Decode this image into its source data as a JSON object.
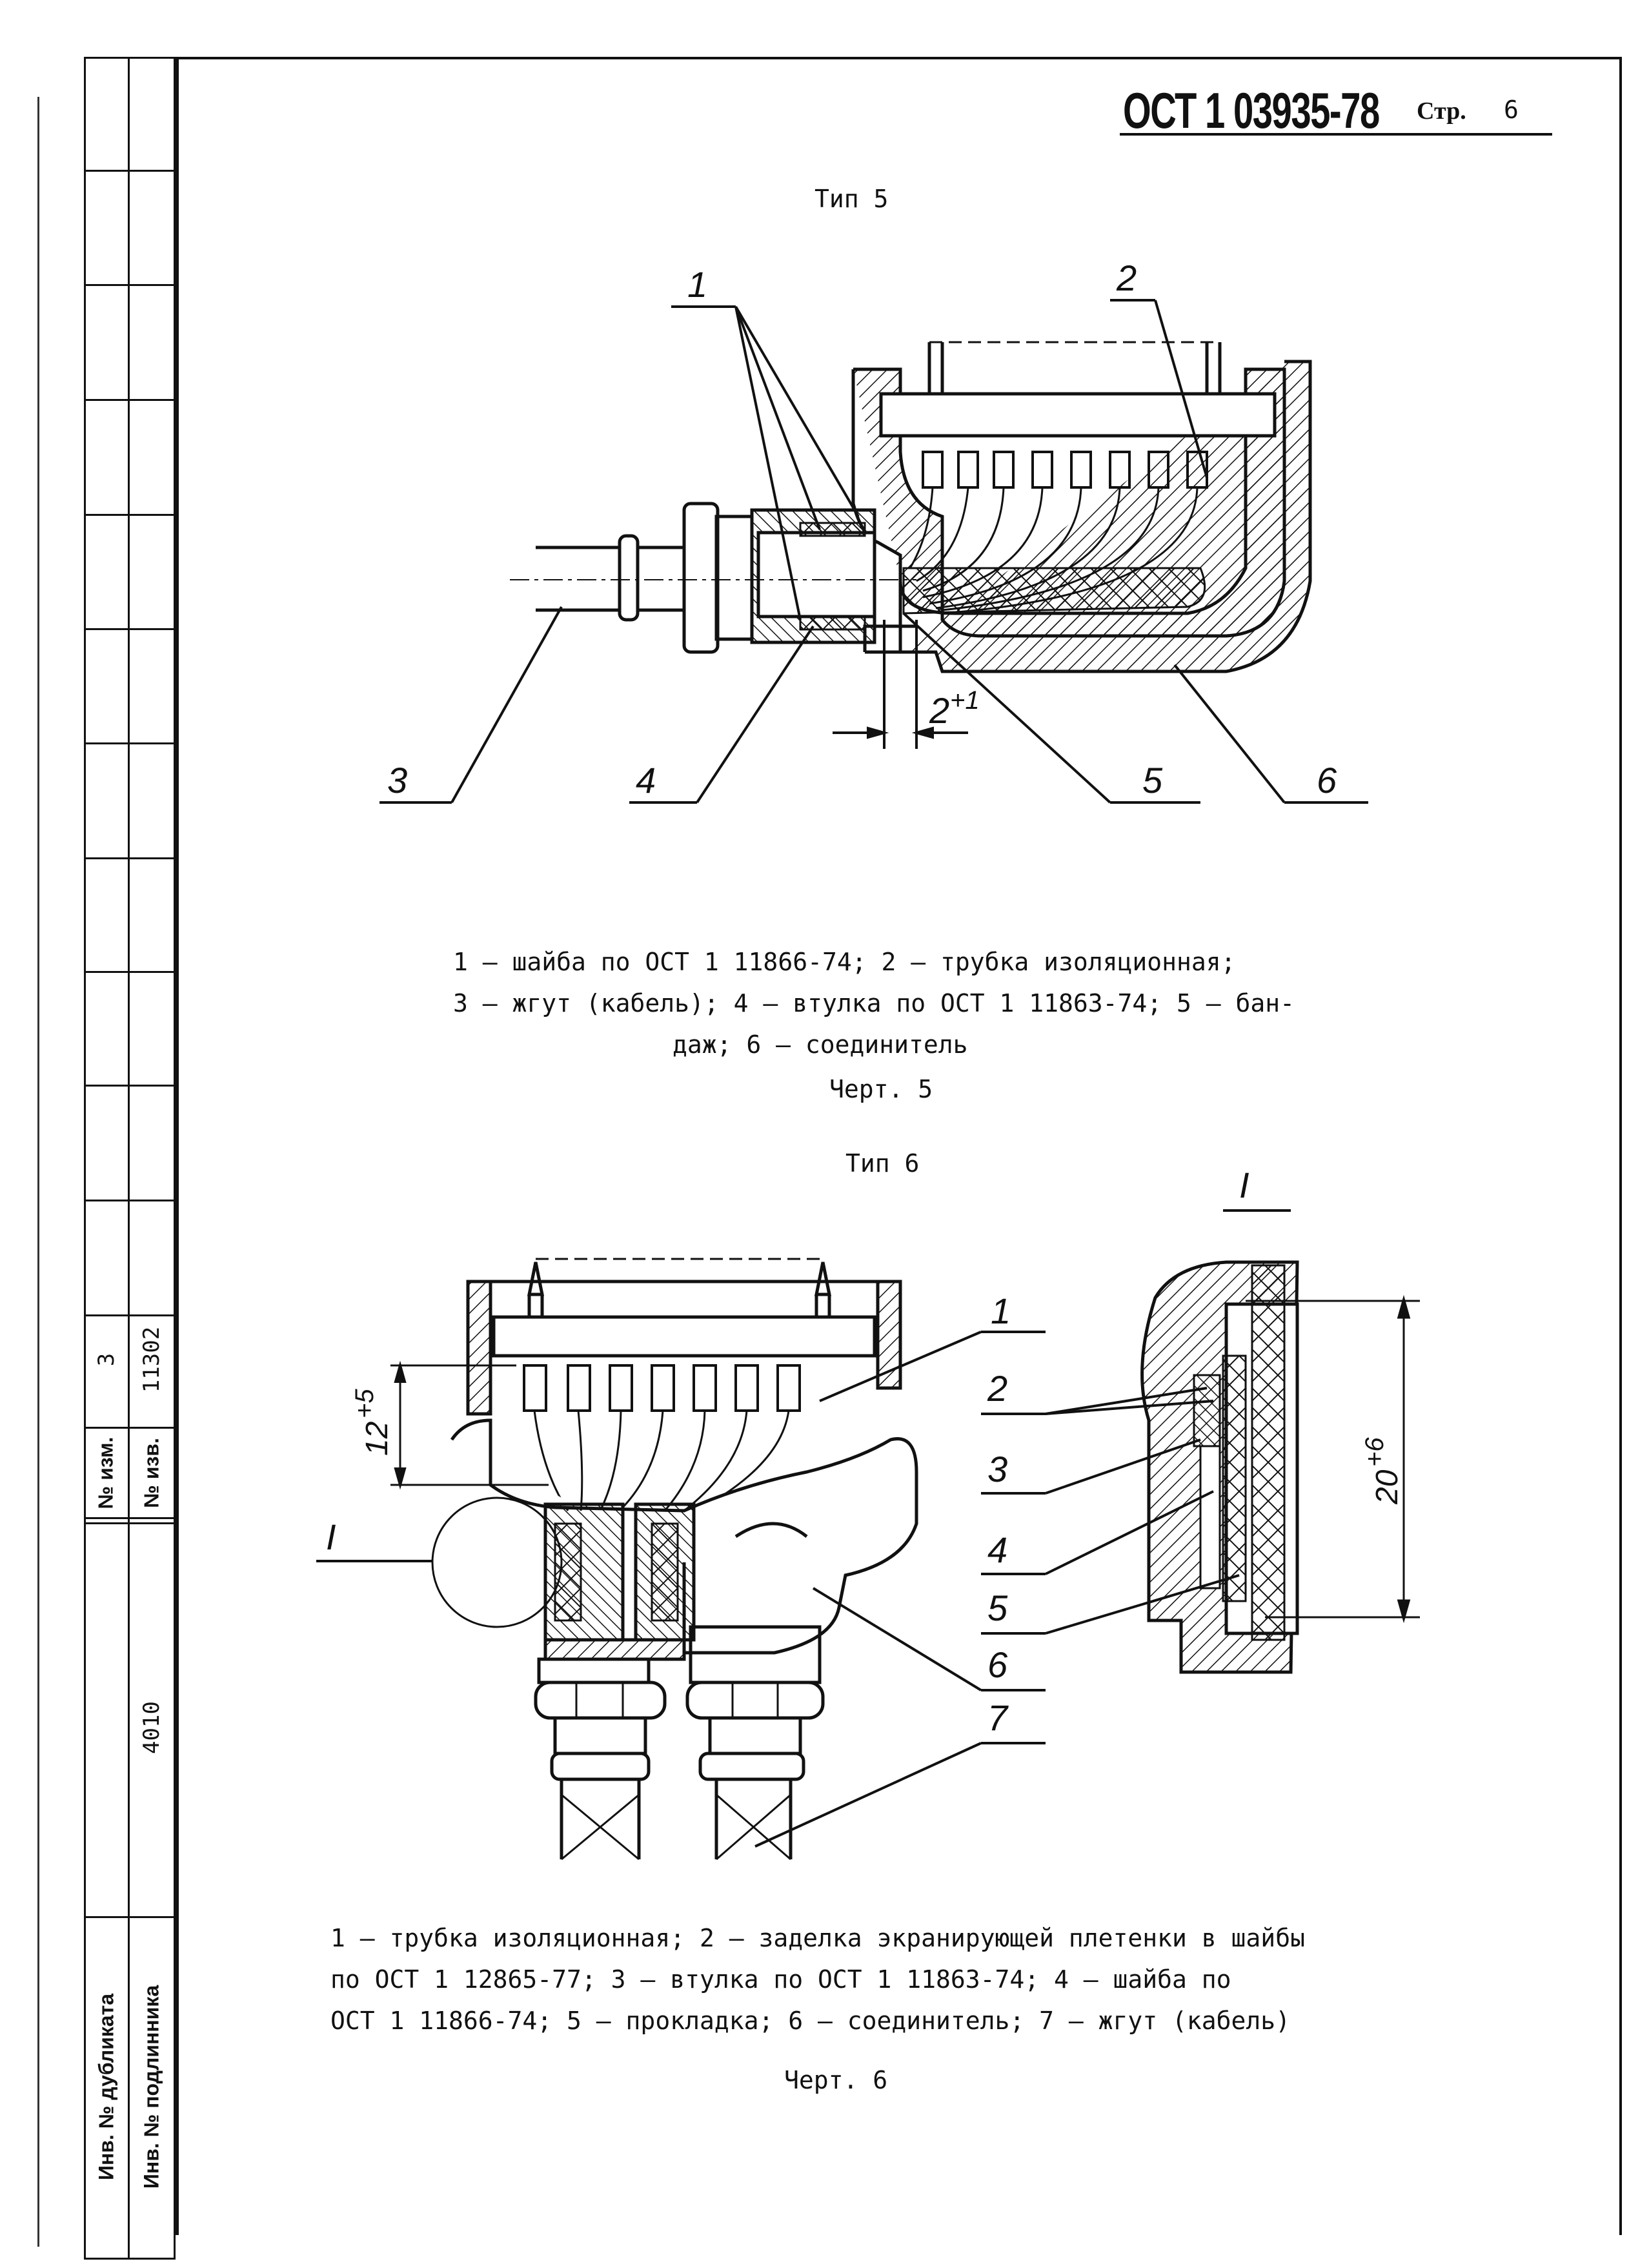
{
  "header": {
    "doc_number": "ОСТ 1 03935-78",
    "page_label": "Стр.",
    "page_number": "6"
  },
  "sidebar": {
    "change_no_label": "№ изм.",
    "change_no_value": "3",
    "notice_no_label": "№ изв.",
    "notice_no_value": "11302",
    "inv_value": "4010",
    "dup_label": "Инв. № дубликата",
    "orig_label": "Инв. № подлинника"
  },
  "section_1": {
    "type_label": "Тип 5",
    "callouts": [
      "1",
      "2",
      "3",
      "4",
      "5",
      "6"
    ],
    "dimension": "2",
    "dimension_tol": "+1",
    "caption_lines": [
      "1 – шайба по ОСТ 1 11866-74; 2 – трубка изоляционная;",
      "3 – жгут (кабель); 4 – втулка по ОСТ 1 11863-74; 5 – бан-",
      "даж; 6 – соединитель"
    ],
    "figure_label": "Черт. 5"
  },
  "section_2": {
    "type_label": "Тип 6",
    "detail_mark": "I",
    "callouts": [
      "1",
      "2",
      "3",
      "4",
      "5",
      "6",
      "7"
    ],
    "dim_left": "12",
    "dim_left_tol": "+5",
    "dim_right": "20",
    "dim_right_tol": "+6",
    "caption_lines": [
      "1 – трубка изоляционная; 2 – заделка экранирующей плетенки в шайбы",
      "по ОСТ 1 12865-77; 3 – втулка по ОСТ 1 11863-74; 4 – шайба по",
      "ОСТ 1 11866-74; 5 – прокладка; 6 – соединитель; 7 – жгут (кабель)"
    ],
    "figure_label": "Черт. 6"
  }
}
